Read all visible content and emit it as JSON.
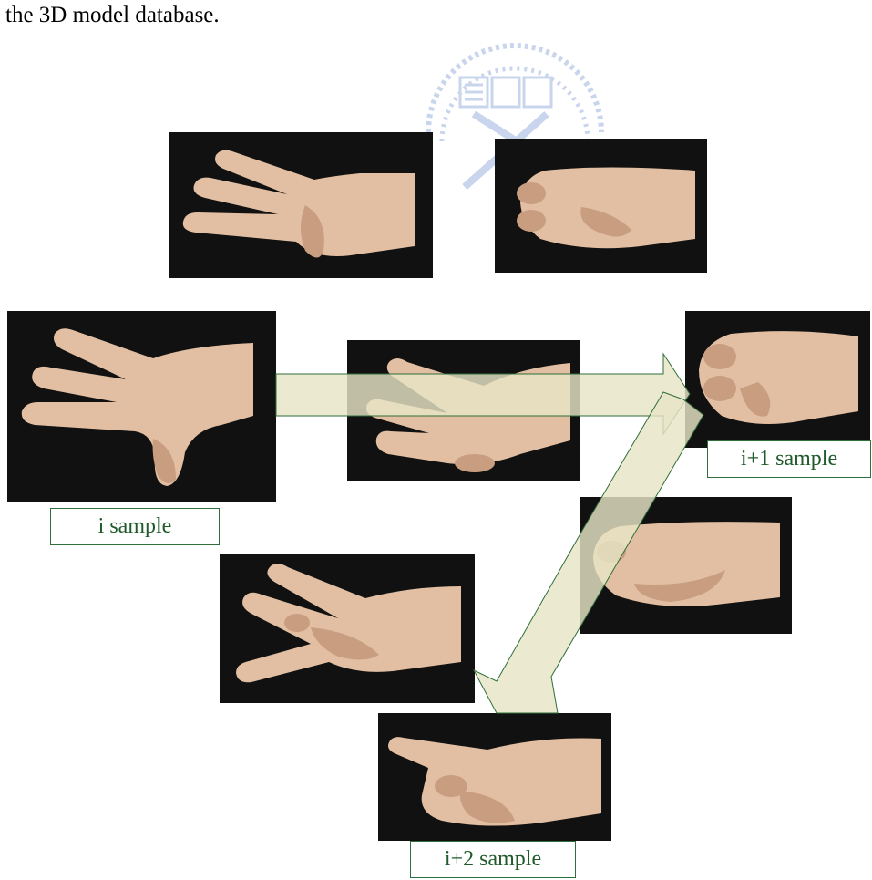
{
  "intro_text": "the 3D model database.",
  "labels": {
    "i": "i sample",
    "i_plus_1": "i+1 sample",
    "i_plus_2": "i+2 sample"
  },
  "colors": {
    "skin": "#e2bfa2",
    "skin_shadow": "#c89d80",
    "background": "#111111",
    "arrow_fill": "#e6e4c6",
    "arrow_stroke": "#2f6e3a",
    "label_border": "#2f6e3a",
    "watermark": "#8aa2d8"
  },
  "icons": {
    "watermark": "university-seal-icon",
    "pose": "hand-render-image"
  }
}
